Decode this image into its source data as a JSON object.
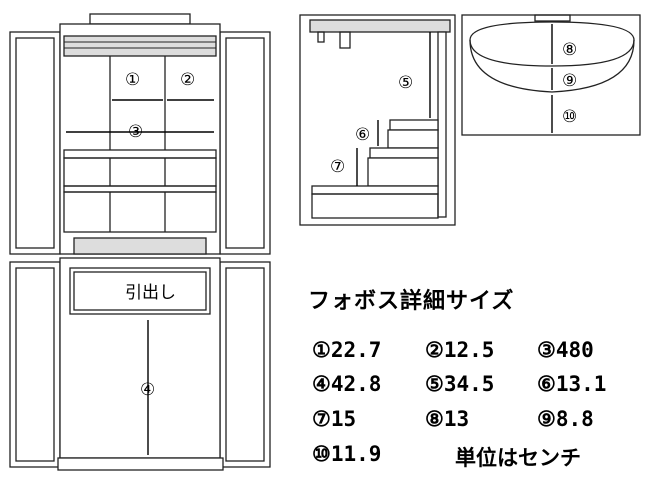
{
  "title": "フォボス詳細サイズ",
  "drawer_label": "引出し",
  "markers": [
    "①",
    "②",
    "③",
    "④",
    "⑤",
    "⑥",
    "⑦",
    "⑧",
    "⑨",
    "⑩"
  ],
  "specs": [
    {
      "marker": "①",
      "value": "22.7"
    },
    {
      "marker": "②",
      "value": "12.5"
    },
    {
      "marker": "③",
      "value": "480"
    },
    {
      "marker": "④",
      "value": "42.8"
    },
    {
      "marker": "⑤",
      "value": "34.5"
    },
    {
      "marker": "⑥",
      "value": "13.1"
    },
    {
      "marker": "⑦",
      "value": "15"
    },
    {
      "marker": "⑧",
      "value": "13"
    },
    {
      "marker": "⑨",
      "value": "8.8"
    },
    {
      "marker": "⑩",
      "value": "11.9"
    }
  ],
  "unit_note": "単位はセンチ"
}
